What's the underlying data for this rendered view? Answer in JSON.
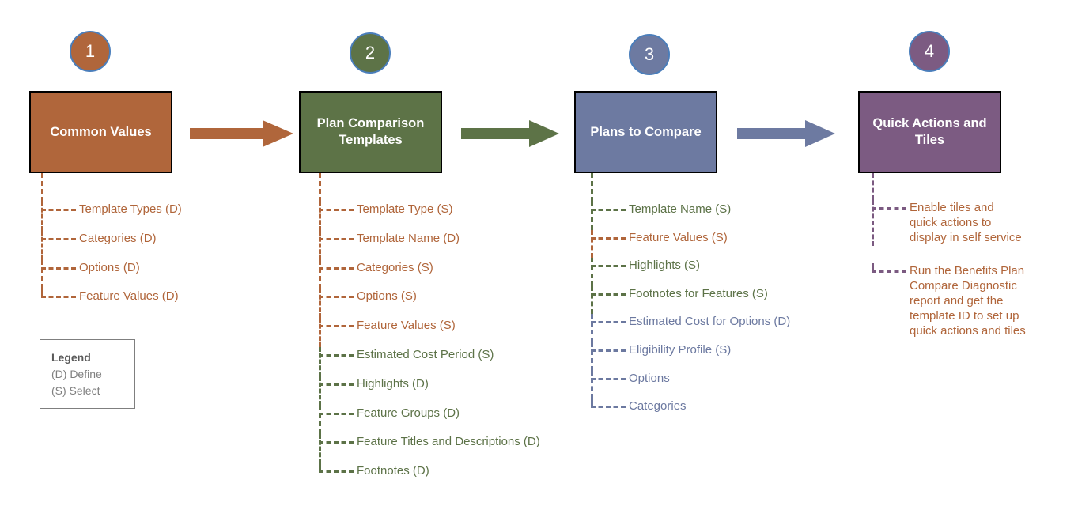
{
  "colors": {
    "orange": "#B0653A",
    "orange_fill": "#B0663B",
    "green": "#5C7247",
    "green_fill": "#5D7347",
    "blue": "#6C79A0",
    "blue_fill": "#6D7AA1",
    "purple": "#7B5A81",
    "purple_fill": "#7C5B82",
    "badge_border": "#4A7EBB",
    "box_border": "#000000",
    "legend_text": "#7F7F7F",
    "background": "#FFFFFF"
  },
  "stages": [
    {
      "number": "1",
      "title": "Common Values",
      "color_key": "orange",
      "items": [
        {
          "label": "Template Types (D)",
          "color_key": "orange"
        },
        {
          "label": "Categories (D)",
          "color_key": "orange"
        },
        {
          "label": "Options (D)",
          "color_key": "orange"
        },
        {
          "label": "Feature Values (D)",
          "color_key": "orange"
        }
      ]
    },
    {
      "number": "2",
      "title": "Plan Comparison Templates",
      "color_key": "green",
      "items": [
        {
          "label": "Template Type (S)",
          "color_key": "orange"
        },
        {
          "label": "Template Name (D)",
          "color_key": "orange"
        },
        {
          "label": "Categories (S)",
          "color_key": "orange"
        },
        {
          "label": "Options (S)",
          "color_key": "orange"
        },
        {
          "label": "Feature Values (S)",
          "color_key": "orange"
        },
        {
          "label": "Estimated Cost Period (S)",
          "color_key": "green"
        },
        {
          "label": "Highlights (D)",
          "color_key": "green"
        },
        {
          "label": "Feature Groups (D)",
          "color_key": "green"
        },
        {
          "label": "Feature Titles and Descriptions (D)",
          "color_key": "green"
        },
        {
          "label": "Footnotes (D)",
          "color_key": "green"
        }
      ]
    },
    {
      "number": "3",
      "title": "Plans to Compare",
      "color_key": "blue",
      "items": [
        {
          "label": "Template Name (S)",
          "color_key": "green"
        },
        {
          "label": "Feature Values (S)",
          "color_key": "orange"
        },
        {
          "label": "Highlights (S)",
          "color_key": "green"
        },
        {
          "label": "Footnotes for Features (S)",
          "color_key": "green"
        },
        {
          "label": "Estimated Cost for Options (D)",
          "color_key": "blue"
        },
        {
          "label": "Eligibility Profile (S)",
          "color_key": "blue"
        },
        {
          "label": "Options",
          "color_key": "blue"
        },
        {
          "label": "Categories",
          "color_key": "blue"
        }
      ]
    },
    {
      "number": "4",
      "title": "Quick Actions and Tiles",
      "color_key": "purple",
      "items": [
        {
          "label": "Enable tiles and\nquick actions to\ndisplay in self service",
          "color_key": "purple",
          "text_color_key": "orange"
        },
        {
          "label": "Run the Benefits Plan\nCompare Diagnostic\nreport and get the\ntemplate ID to set up\nquick actions and tiles",
          "color_key": "purple",
          "text_color_key": "orange"
        }
      ]
    }
  ],
  "arrows": [
    {
      "name": "arrow-1-to-2",
      "color_key": "orange"
    },
    {
      "name": "arrow-2-to-3",
      "color_key": "green"
    },
    {
      "name": "arrow-3-to-4",
      "color_key": "blue"
    }
  ],
  "legend": {
    "title": "Legend",
    "lines": [
      "(D) Define",
      "(S) Select"
    ]
  }
}
